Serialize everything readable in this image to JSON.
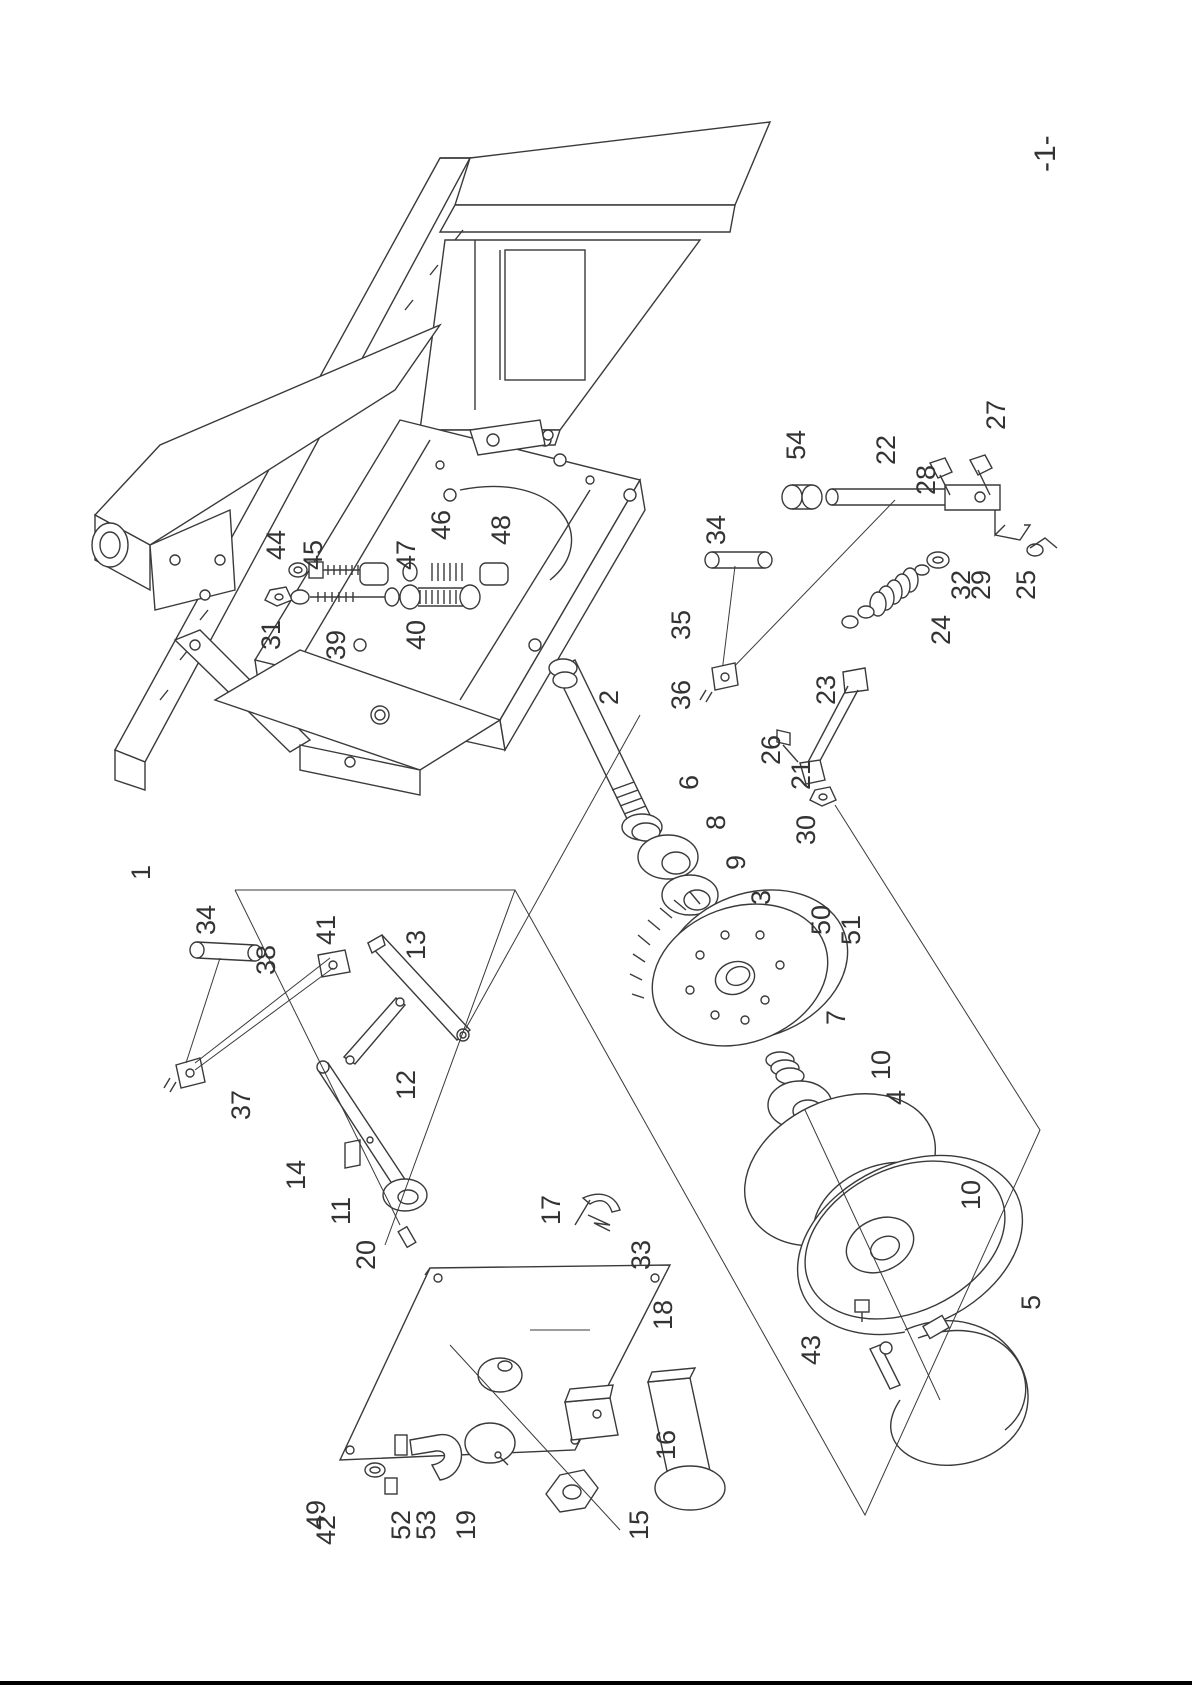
{
  "page_number": "-1-",
  "callouts": {
    "c1": "1",
    "c2": "2",
    "c3": "3",
    "c4": "4",
    "c5": "5",
    "c6": "6",
    "c7": "7",
    "c8": "8",
    "c9": "9",
    "c10a": "10",
    "c10b": "10",
    "c11": "11",
    "c12": "12",
    "c13": "13",
    "c14": "14",
    "c15": "15",
    "c16": "16",
    "c17": "17",
    "c18": "18",
    "c19": "19",
    "c20": "20",
    "c21": "21",
    "c22": "22",
    "c23": "23",
    "c24": "24",
    "c25": "25",
    "c26": "26",
    "c27": "27",
    "c28": "28",
    "c29": "29",
    "c30": "30",
    "c31": "31",
    "c32": "32",
    "c33": "33",
    "c34a": "34",
    "c34b": "34",
    "c35": "35",
    "c36": "36",
    "c37": "37",
    "c38": "38",
    "c39": "39",
    "c40": "40",
    "c41": "41",
    "c42": "42",
    "c43": "43",
    "c44": "44",
    "c45": "45",
    "c46": "46",
    "c47": "47",
    "c48": "48",
    "c49": "49",
    "c50": "50",
    "c51": "51",
    "c52": "52",
    "c53": "53",
    "c54": "54"
  },
  "colors": {
    "line": "#3a3a3a",
    "text": "#333333",
    "paper": "#ffffff",
    "rule": "#000000"
  }
}
